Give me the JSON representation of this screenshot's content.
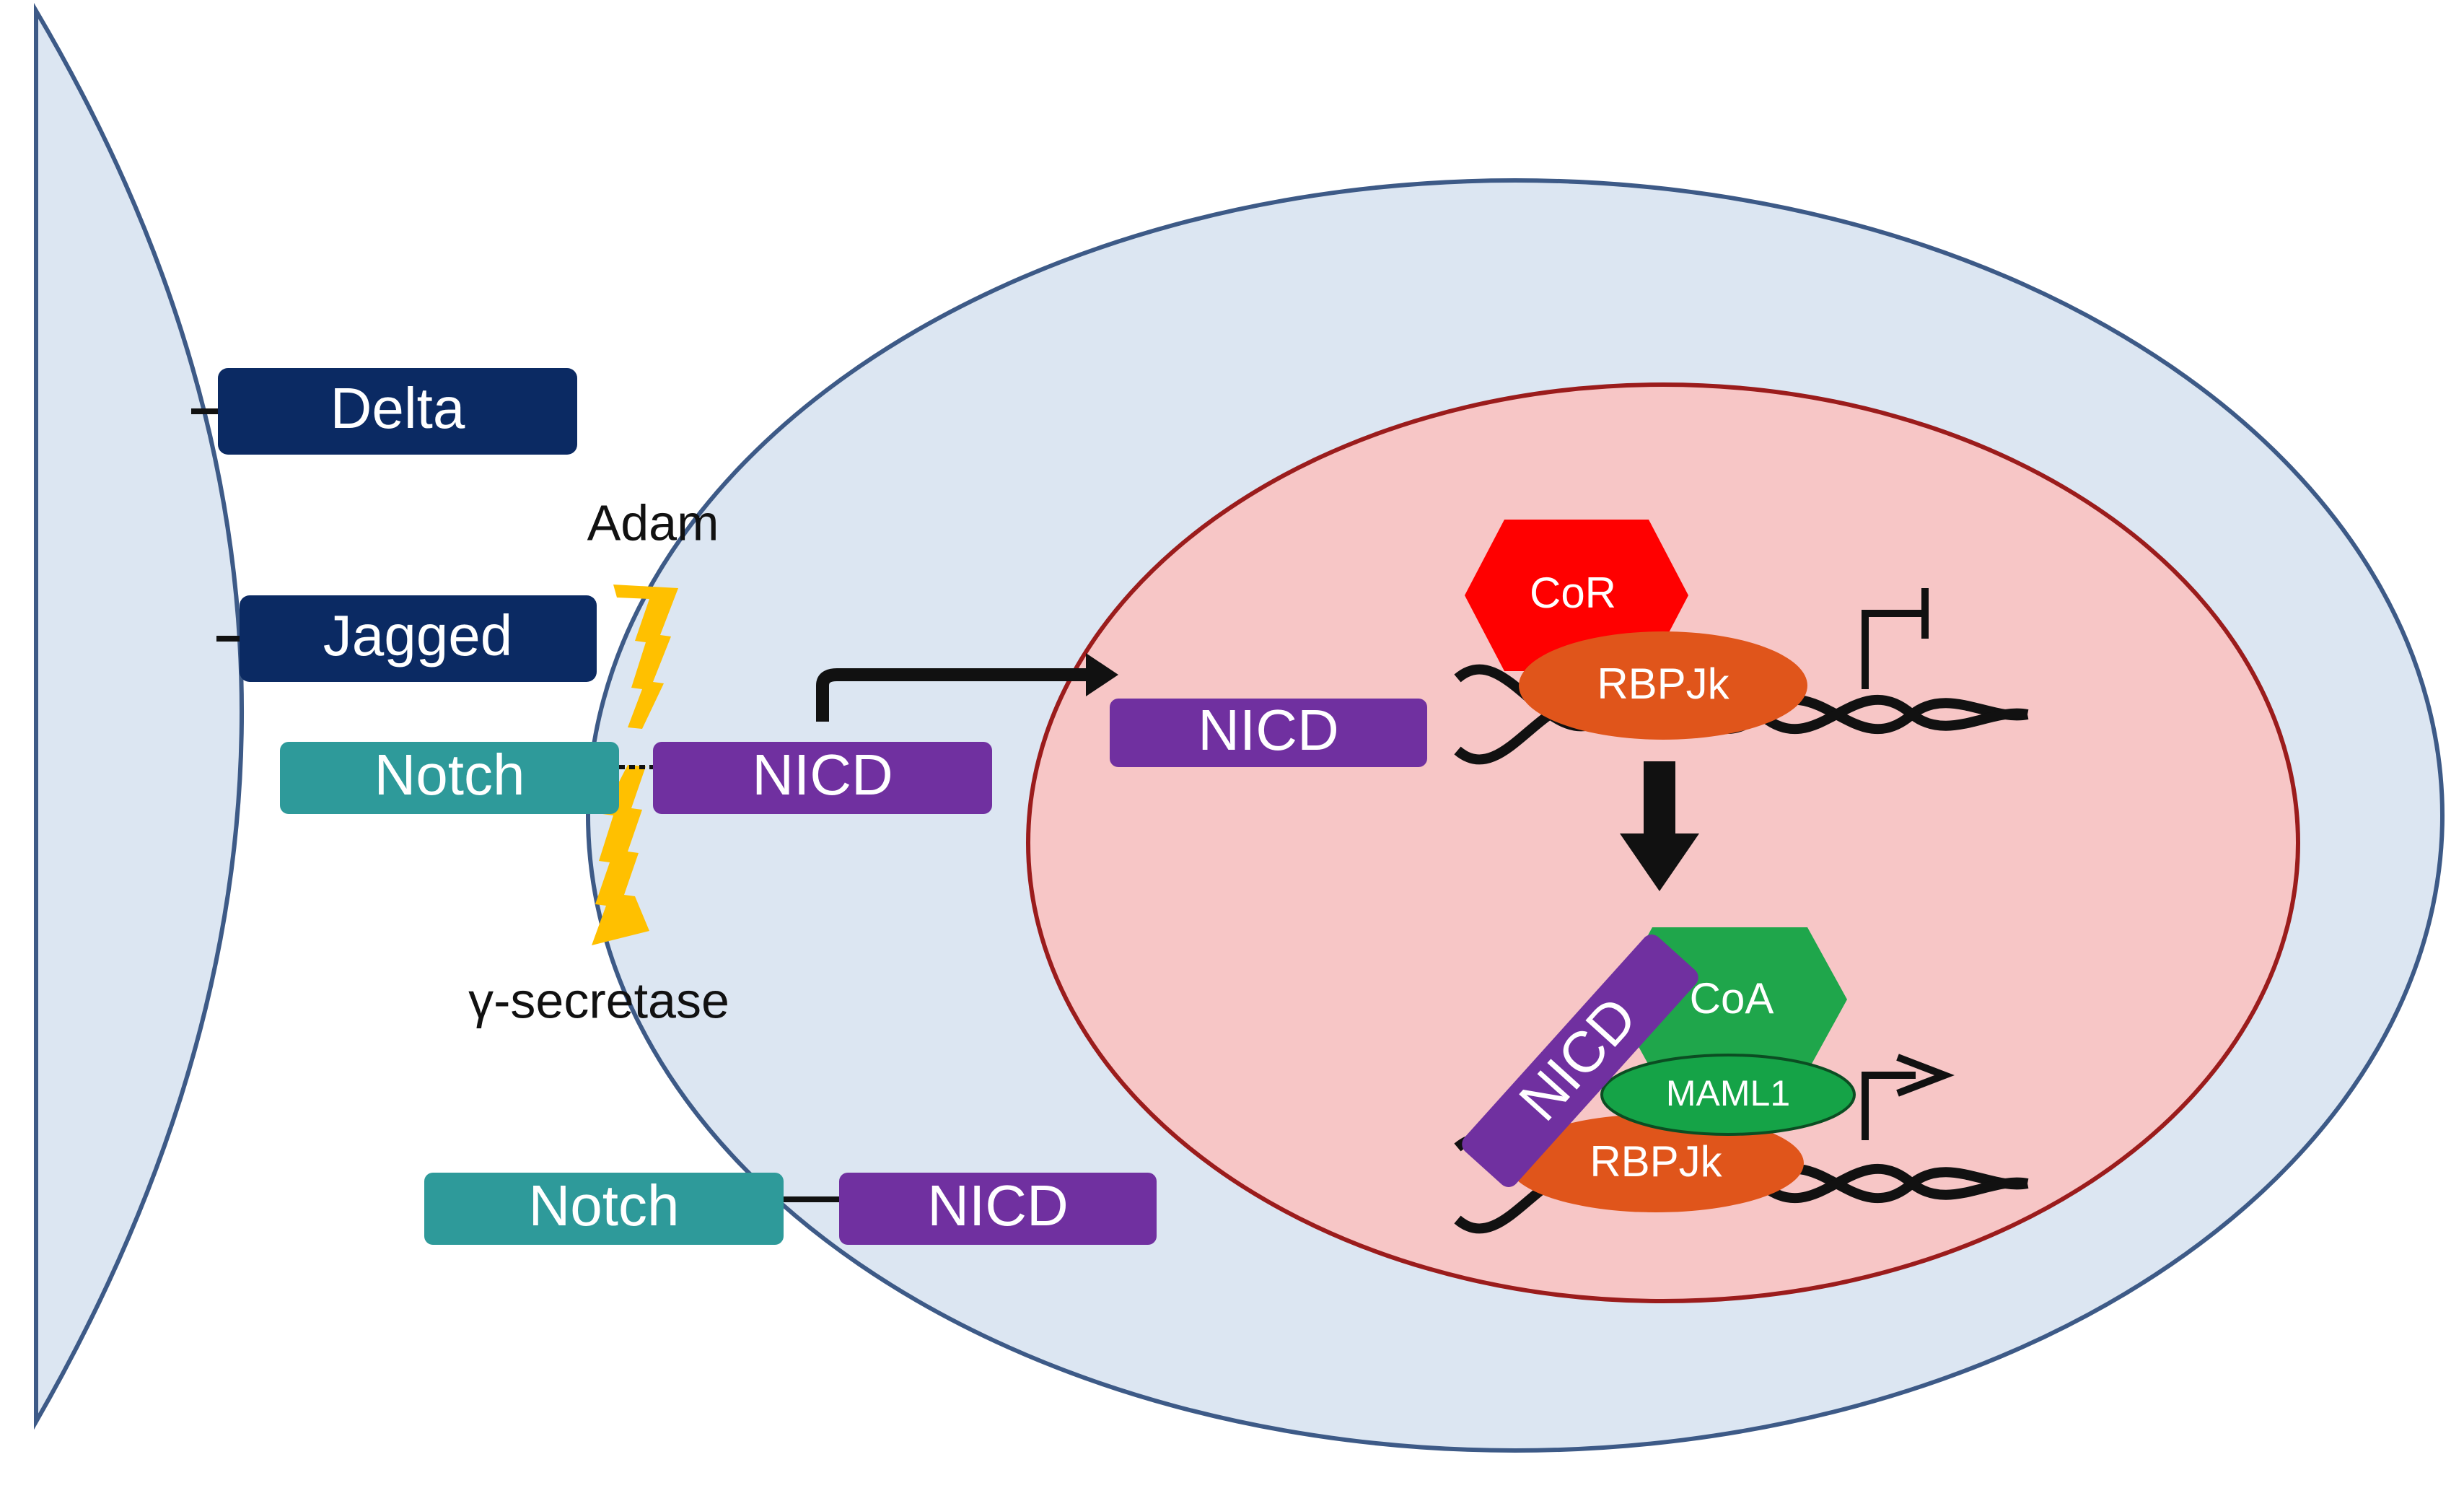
{
  "colors": {
    "cell_fill": "#dce6f2",
    "cell_stroke": "#3d5a87",
    "nucleus_fill": "#f7c6c6",
    "nucleus_stroke": "#9b1c1c",
    "ligand": "#0b2a63",
    "notch": "#2e9a9a",
    "nicd": "#7030a0",
    "protease": "#ffc000",
    "cor": "#ff0000",
    "rbpjk": "#e0551b",
    "coa": "#1fa64b",
    "maml1": "#15a347",
    "dna": "#111111"
  },
  "ligands": {
    "delta": "Delta",
    "jagged": "Jagged"
  },
  "membrane": {
    "notch_label": "Notch",
    "nicd_label": "NICD",
    "adam_label": "Adam",
    "gamma_label": "γ-secretase"
  },
  "nucleus": {
    "nicd_label": "NICD",
    "cor_label": "CoR",
    "rbpjk_label": "RBPJk",
    "coa_label": "CoA",
    "maml1_label": "MAML1"
  },
  "unbound": {
    "notch_label": "Notch",
    "nicd_label": "NICD"
  }
}
